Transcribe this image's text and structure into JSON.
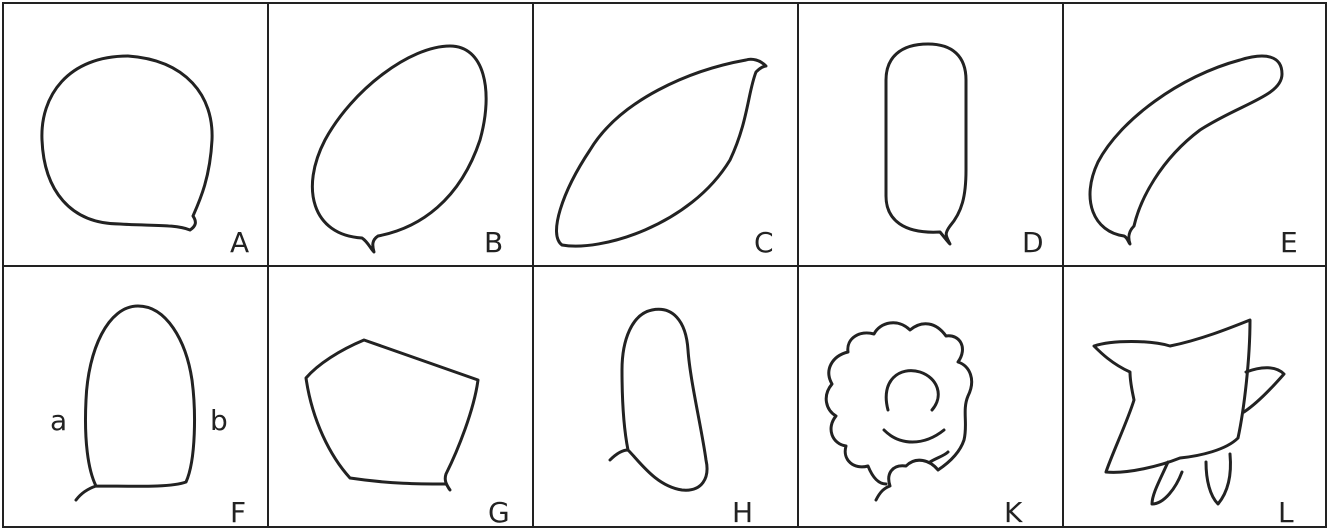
{
  "panels": [
    {
      "label": "A",
      "shape": "round"
    },
    {
      "label": "B",
      "shape": "elliptic-oblique"
    },
    {
      "label": "C",
      "shape": "fusiform"
    },
    {
      "label": "D",
      "shape": "cylindrical"
    },
    {
      "label": "E",
      "shape": "curved-cylindrical"
    },
    {
      "label": "F",
      "shape": "ovoid",
      "side_labels": [
        "a",
        "b"
      ]
    },
    {
      "label": "G",
      "shape": "angular"
    },
    {
      "label": "H",
      "shape": "club-shaped"
    },
    {
      "label": "K",
      "shape": "lobed"
    },
    {
      "label": "L",
      "shape": "stellate"
    }
  ]
}
